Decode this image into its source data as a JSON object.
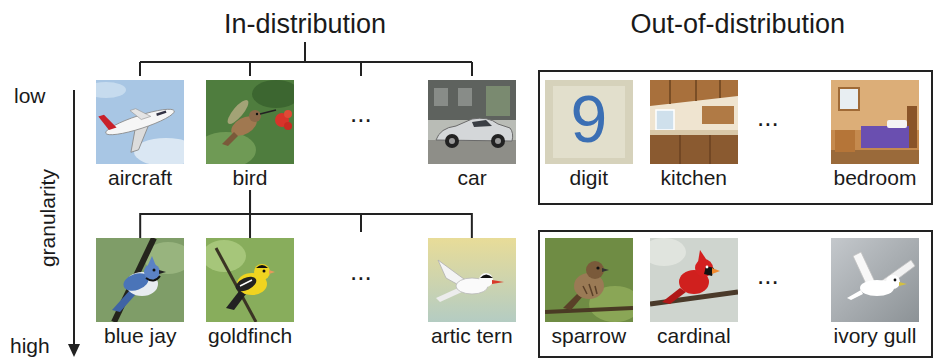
{
  "diagram": {
    "nodes": [
      {
        "text": [
          "aircraft"
        ]
      },
      {
        "text": [
          "bird"
        ]
      },
      {
        "text": [
          "car"
        ]
      },
      {
        "text": [
          "..."
        ]
      },
      {
        "text": [
          "digit"
        ],
        "in": 3
      },
      {
        "text": [
          "kitchen"
        ],
        "in": 3
      },
      {
        "text": [
          "bedroom"
        ],
        "in": 3
      },
      {
        "text": [
          "blue jay"
        ]
      },
      {
        "text": [
          "goldfinch"
        ]
      },
      {
        "text": [
          "artic tern"
        ]
      },
      {
        "text": [
          "..."
        ]
      },
      {
        "text": [
          "sparrow"
        ],
        "in": 10
      },
      {
        "text": [
          "cardinal"
        ],
        "in": 10
      },
      {
        "text": [
          "ivory gull"
        ],
        "in": 10
      }
    ],
    "edges": [
      {
        "from": 1,
        "to": 7,
        "arrow": "none"
      },
      {
        "from": 1,
        "to": 8,
        "arrow": "none"
      },
      {
        "from": 1,
        "to": 9,
        "arrow": "none"
      }
    ],
    "labels": [
      "In-distribution",
      "Out-of-distribution",
      "low",
      "granularity",
      "high",
      "...",
      "...",
      "9"
    ]
  }
}
